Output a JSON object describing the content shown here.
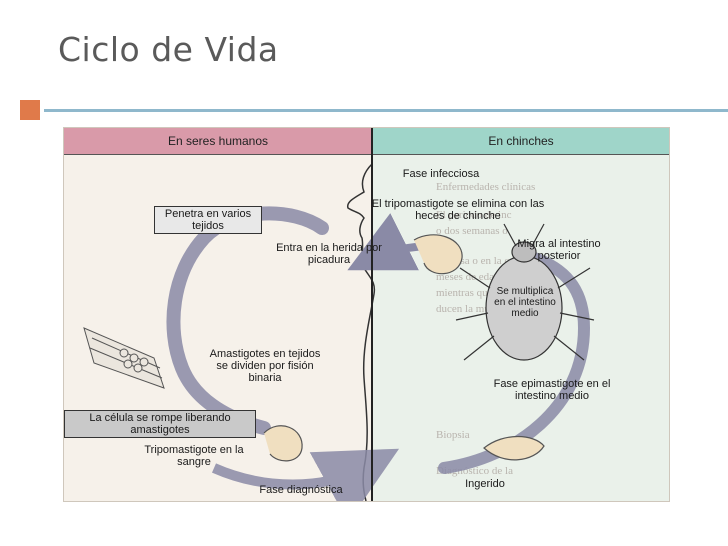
{
  "slide": {
    "title": "Ciclo de Vida"
  },
  "figure": {
    "headers": {
      "left": "En seres humanos",
      "right": "En chinches"
    },
    "labels": {
      "penetra": "Penetra en varios tejidos",
      "entra": "Entra en la herida por picadura",
      "amastigotes": "Amastigotes en tejidos se dividen por fisión binaria",
      "celula": "La célula se rompe liberando amastigotes",
      "tripo_sangre": "Tripomastigote en la sangre",
      "fase_diag": "Fase diagnóstica",
      "fase_infecciosa": "Fase infecciosa",
      "tripo_elimina": "El tripomastigote se elimina con las heces de chinche",
      "migra": "Migra al intestino posterior",
      "se_multiplica": "Se multiplica en el intestino medio",
      "fase_epi": "Fase epimastigote en el intestino medio",
      "ingerido": "Ingerido"
    },
    "background_text": [
      "Enfermedades clínicas",
      "El periodo de inc",
      "o dos semanas o",
      "mucosa o en la conj",
      "meses de edad. El",
      "mientras que la card",
      "ducen la muerte a",
      "Biopsia",
      "Diagnóstico de la"
    ],
    "colors": {
      "left_header": "#d99aa9",
      "right_header": "#9fd5c9",
      "arrow": "#8a8aa6",
      "bug": "#cfcfcf",
      "parasite": "#f0dfc0"
    }
  }
}
